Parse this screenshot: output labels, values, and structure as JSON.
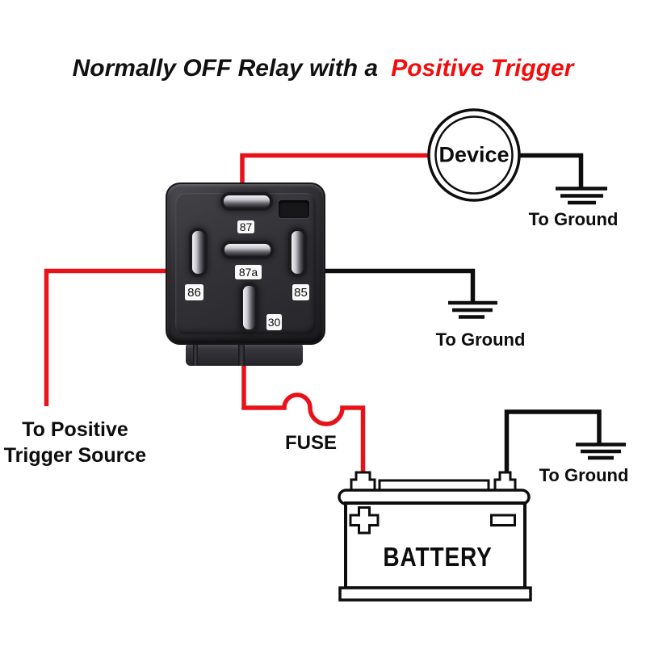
{
  "colors": {
    "wire_red": "#e8121a",
    "wire_black": "#0d0d0d",
    "title_black": "#111111",
    "title_red": "#f40b0b"
  },
  "title": {
    "prefix": "Normally OFF Relay with a",
    "highlight": "Positive Trigger"
  },
  "relay": {
    "pins": [
      {
        "label": "87"
      },
      {
        "label": "87a"
      },
      {
        "label": "86"
      },
      {
        "label": "85"
      },
      {
        "label": "30"
      }
    ]
  },
  "device": {
    "label": "Device"
  },
  "grounds": [
    {
      "label": "To Ground"
    },
    {
      "label": "To Ground"
    },
    {
      "label": "To Ground"
    }
  ],
  "fuse": {
    "label": "FUSE"
  },
  "battery": {
    "label": "BATTERY"
  },
  "trigger_source": {
    "line1": "To Positive",
    "line2": "Trigger Source"
  }
}
